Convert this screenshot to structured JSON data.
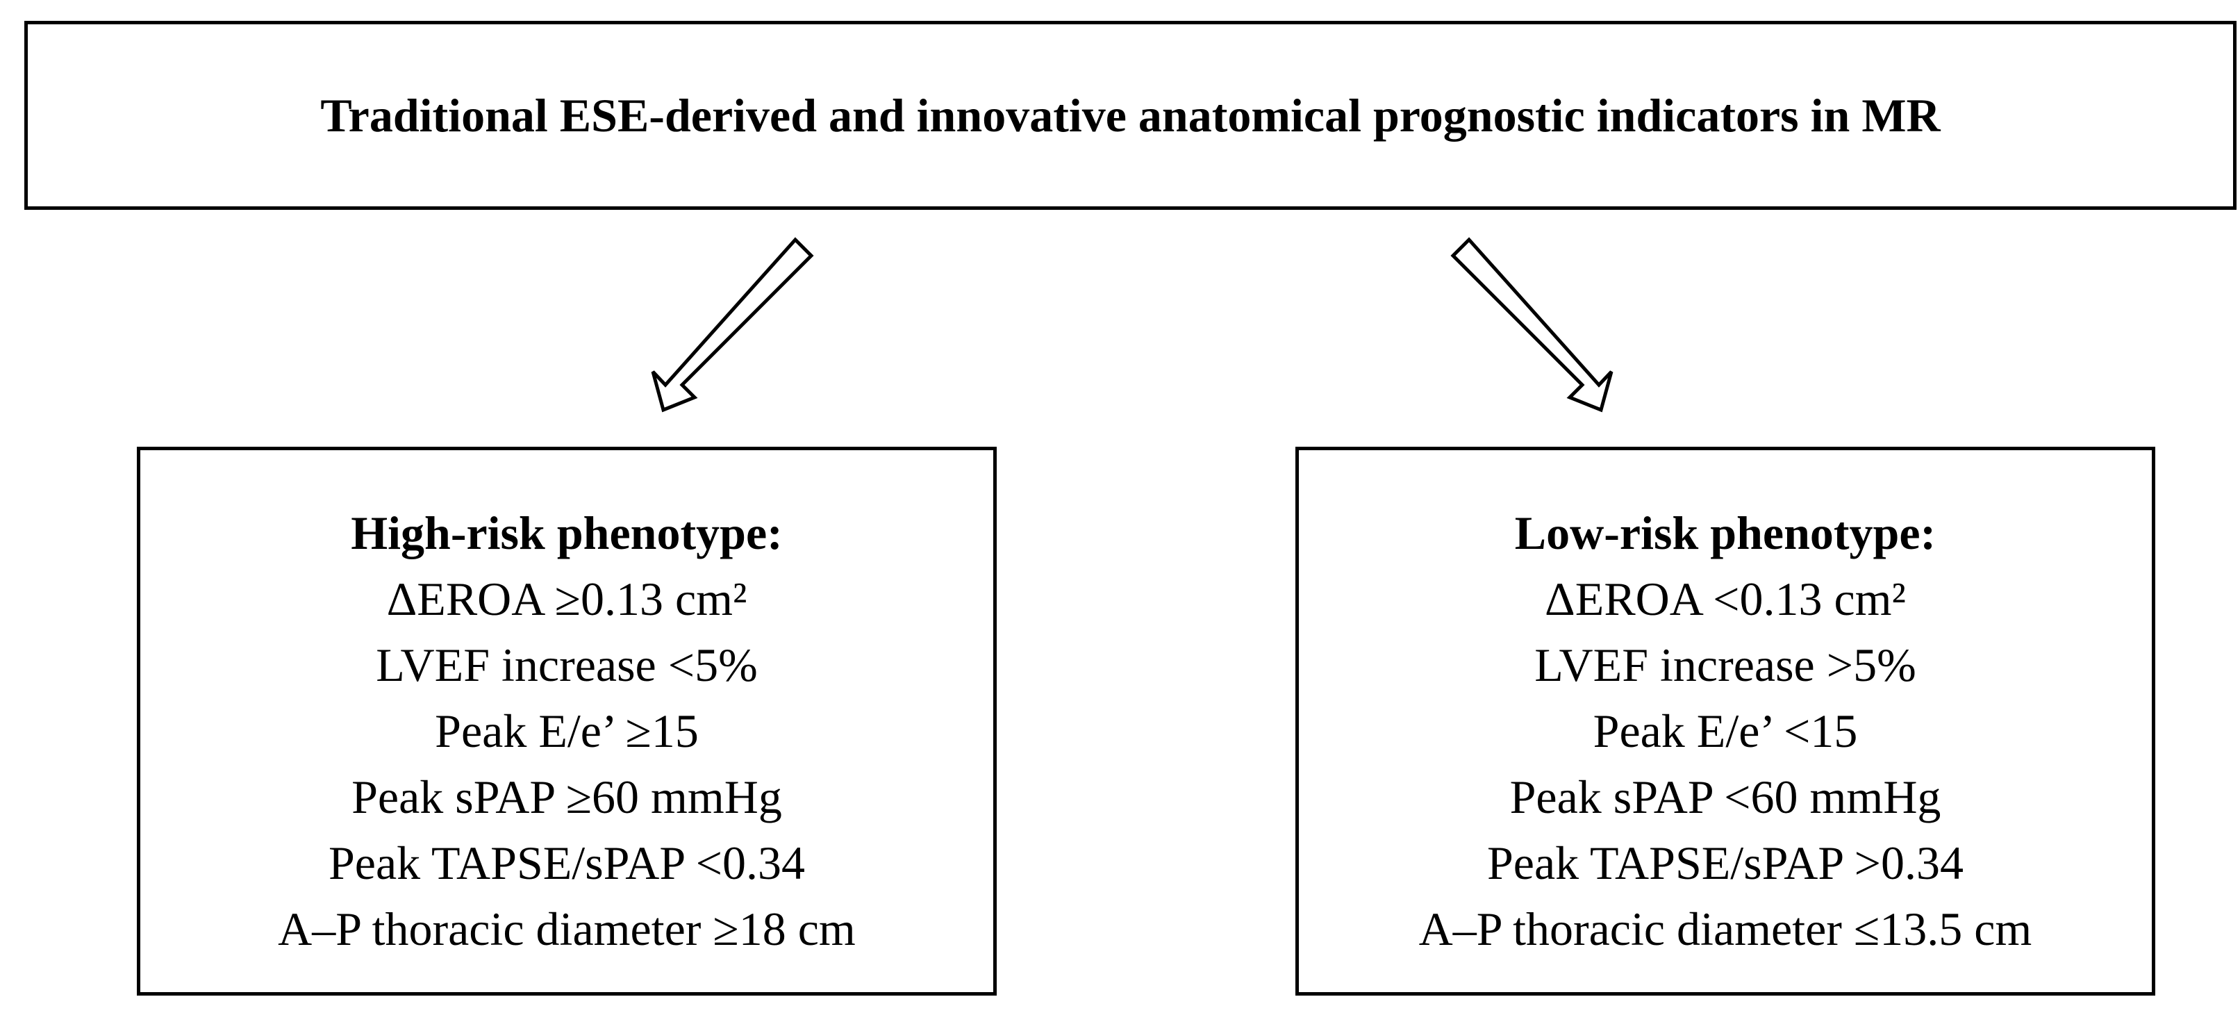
{
  "title": "Traditional ESE-derived and innovative anatomical prognostic indicators in MR",
  "high_risk": {
    "heading": "High-risk phenotype:",
    "items": [
      "ΔEROA ≥0.13 cm²",
      "LVEF increase <5%",
      "Peak E/e’ ≥15",
      "Peak sPAP ≥60 mmHg",
      "Peak TAPSE/sPAP <0.34",
      "A–P thoracic diameter ≥18 cm"
    ]
  },
  "low_risk": {
    "heading": "Low-risk phenotype:",
    "items": [
      "ΔEROA <0.13 cm²",
      "LVEF increase >5%",
      "Peak E/e’ <15",
      "Peak sPAP <60 mmHg",
      "Peak TAPSE/sPAP >0.34",
      "A–P thoracic diameter ≤13.5 cm"
    ]
  },
  "colors": {
    "stroke": "#000000",
    "background": "#ffffff"
  }
}
